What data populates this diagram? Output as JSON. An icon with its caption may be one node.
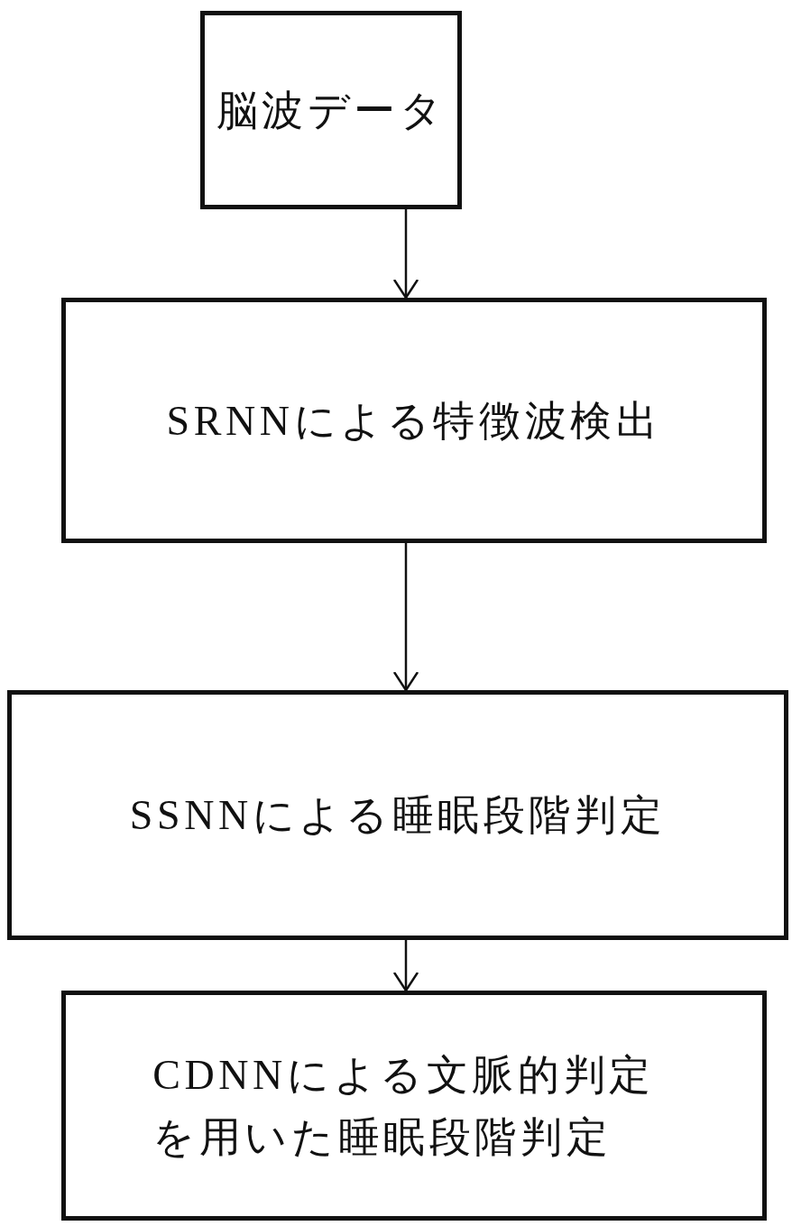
{
  "diagram": {
    "nodes": [
      {
        "text": [
          "脳波データ"
        ]
      },
      {
        "text": [
          "SRNNによる特徴波検出"
        ]
      },
      {
        "text": [
          "SSNNによる睡眠段階判定"
        ]
      },
      {
        "text": [
          "CDNNによる文脈的判定を用いた睡眠段階判定"
        ]
      }
    ],
    "edges": [
      {
        "from": 0,
        "to": 1,
        "arrow": "to"
      },
      {
        "from": 1,
        "to": 2,
        "arrow": "to"
      },
      {
        "from": 2,
        "to": 3,
        "arrow": "to"
      }
    ]
  }
}
